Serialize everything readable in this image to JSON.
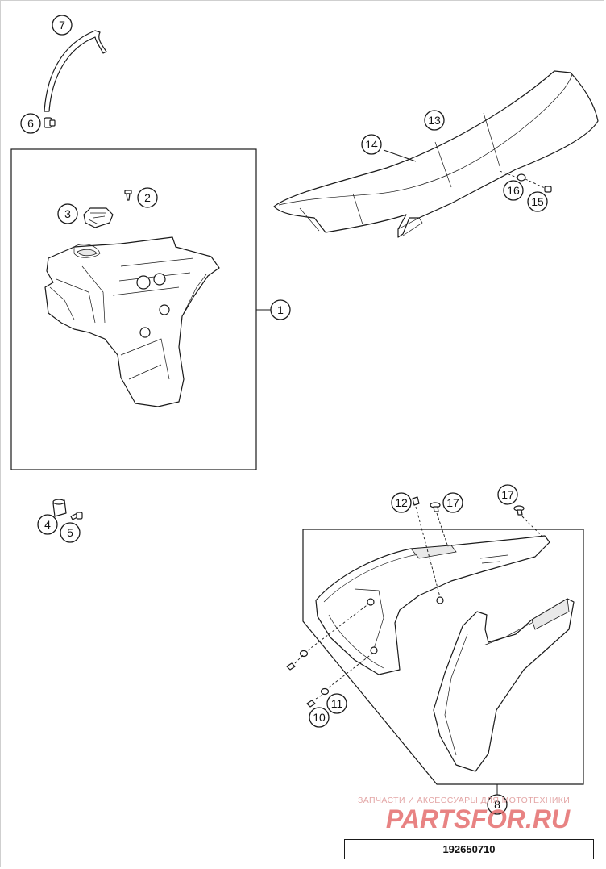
{
  "callouts": {
    "c1": "1",
    "c2": "2",
    "c3": "3",
    "c4": "4",
    "c5": "5",
    "c6": "6",
    "c7": "7",
    "c8": "8",
    "c10": "10",
    "c11": "11",
    "c12": "12",
    "c13": "13",
    "c14": "14",
    "c15": "15",
    "c16": "16",
    "c17a": "17",
    "c17b": "17"
  },
  "watermark": {
    "tagline": "ЗАПЧАСТИ И АКСЕССУАРЫ ДЛЯ МОТОТЕХНИКИ",
    "logo": "PARTSFOR.RU"
  },
  "catalog_number": "192650710",
  "colors": {
    "line": "#1a1a1a",
    "watermark": "#e3a6a6",
    "watermark_logo": "#e05a5a"
  }
}
